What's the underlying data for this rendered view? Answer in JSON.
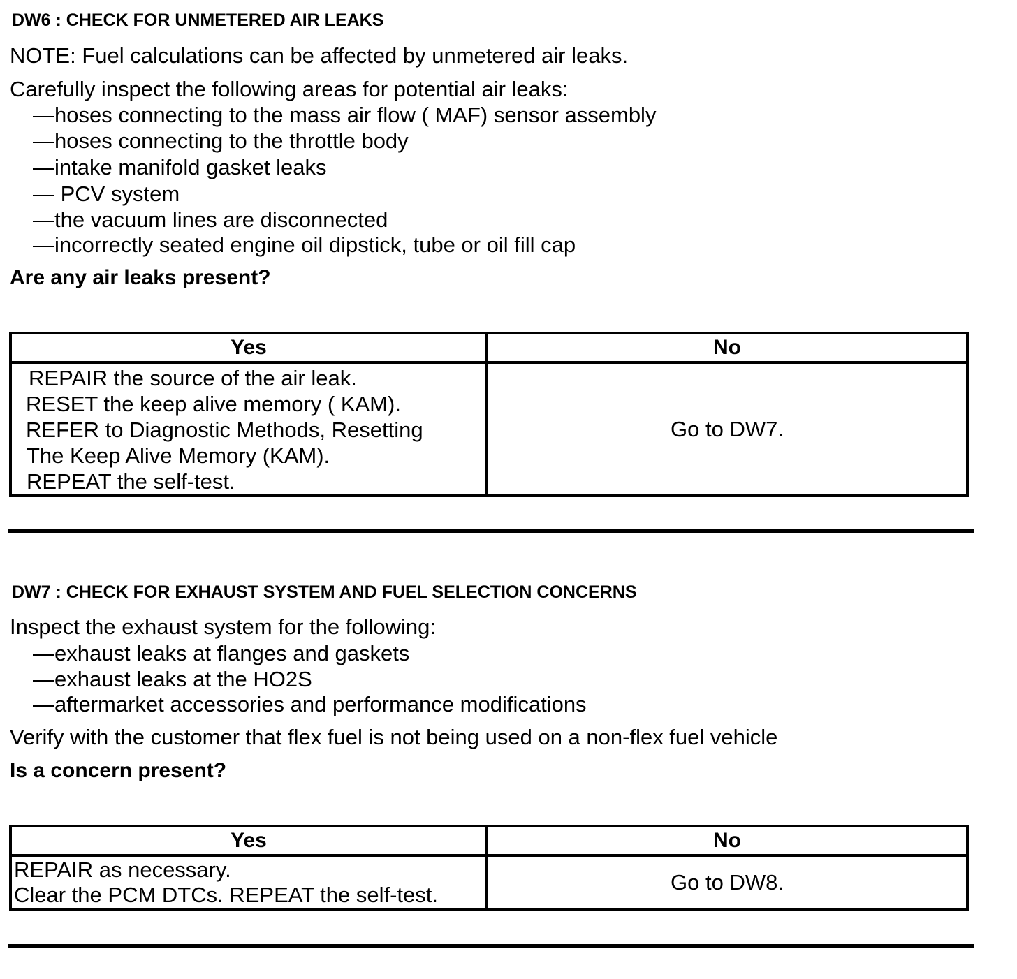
{
  "sections": [
    {
      "heading": "DW6 : CHECK FOR UNMETERED AIR LEAKS",
      "note": "NOTE: Fuel calculations can be affected by unmetered air leaks.",
      "intro": "Carefully inspect the following areas for potential air leaks:",
      "items": [
        "—hoses connecting to the mass air flow ( MAF) sensor assembly",
        "—hoses connecting to the throttle body",
        "—intake manifold gasket leaks",
        "— PCV system",
        "—the vacuum lines are disconnected",
        "—incorrectly seated engine oil dipstick, tube or oil fill cap"
      ],
      "question": "Are any air leaks present?",
      "table": {
        "yes_header": "Yes",
        "no_header": "No",
        "yes_lines": [
          "REPAIR the source of the air leak.",
          "RESET the keep alive memory ( KAM).",
          "REFER to  Diagnostic Methods, Resetting",
          "The Keep Alive Memory (KAM).",
          "REPEAT the self-test."
        ],
        "no_text": "Go to DW7."
      }
    },
    {
      "heading": "DW7 : CHECK FOR EXHAUST SYSTEM AND FUEL SELECTION CONCERNS",
      "intro": "Inspect the exhaust system for the following:",
      "items": [
        "—exhaust leaks at flanges and gaskets",
        "—exhaust leaks at the HO2S",
        "—aftermarket accessories and performance modifications"
      ],
      "verify": "Verify with the customer that flex fuel is not being used on a non-flex fuel vehicle",
      "question": "Is a concern present?",
      "table": {
        "yes_header": "Yes",
        "no_header": "No",
        "yes_lines": [
          "REPAIR as necessary.",
          "Clear the PCM DTCs. REPEAT the self-test."
        ],
        "no_text": "Go to DW8."
      }
    }
  ]
}
